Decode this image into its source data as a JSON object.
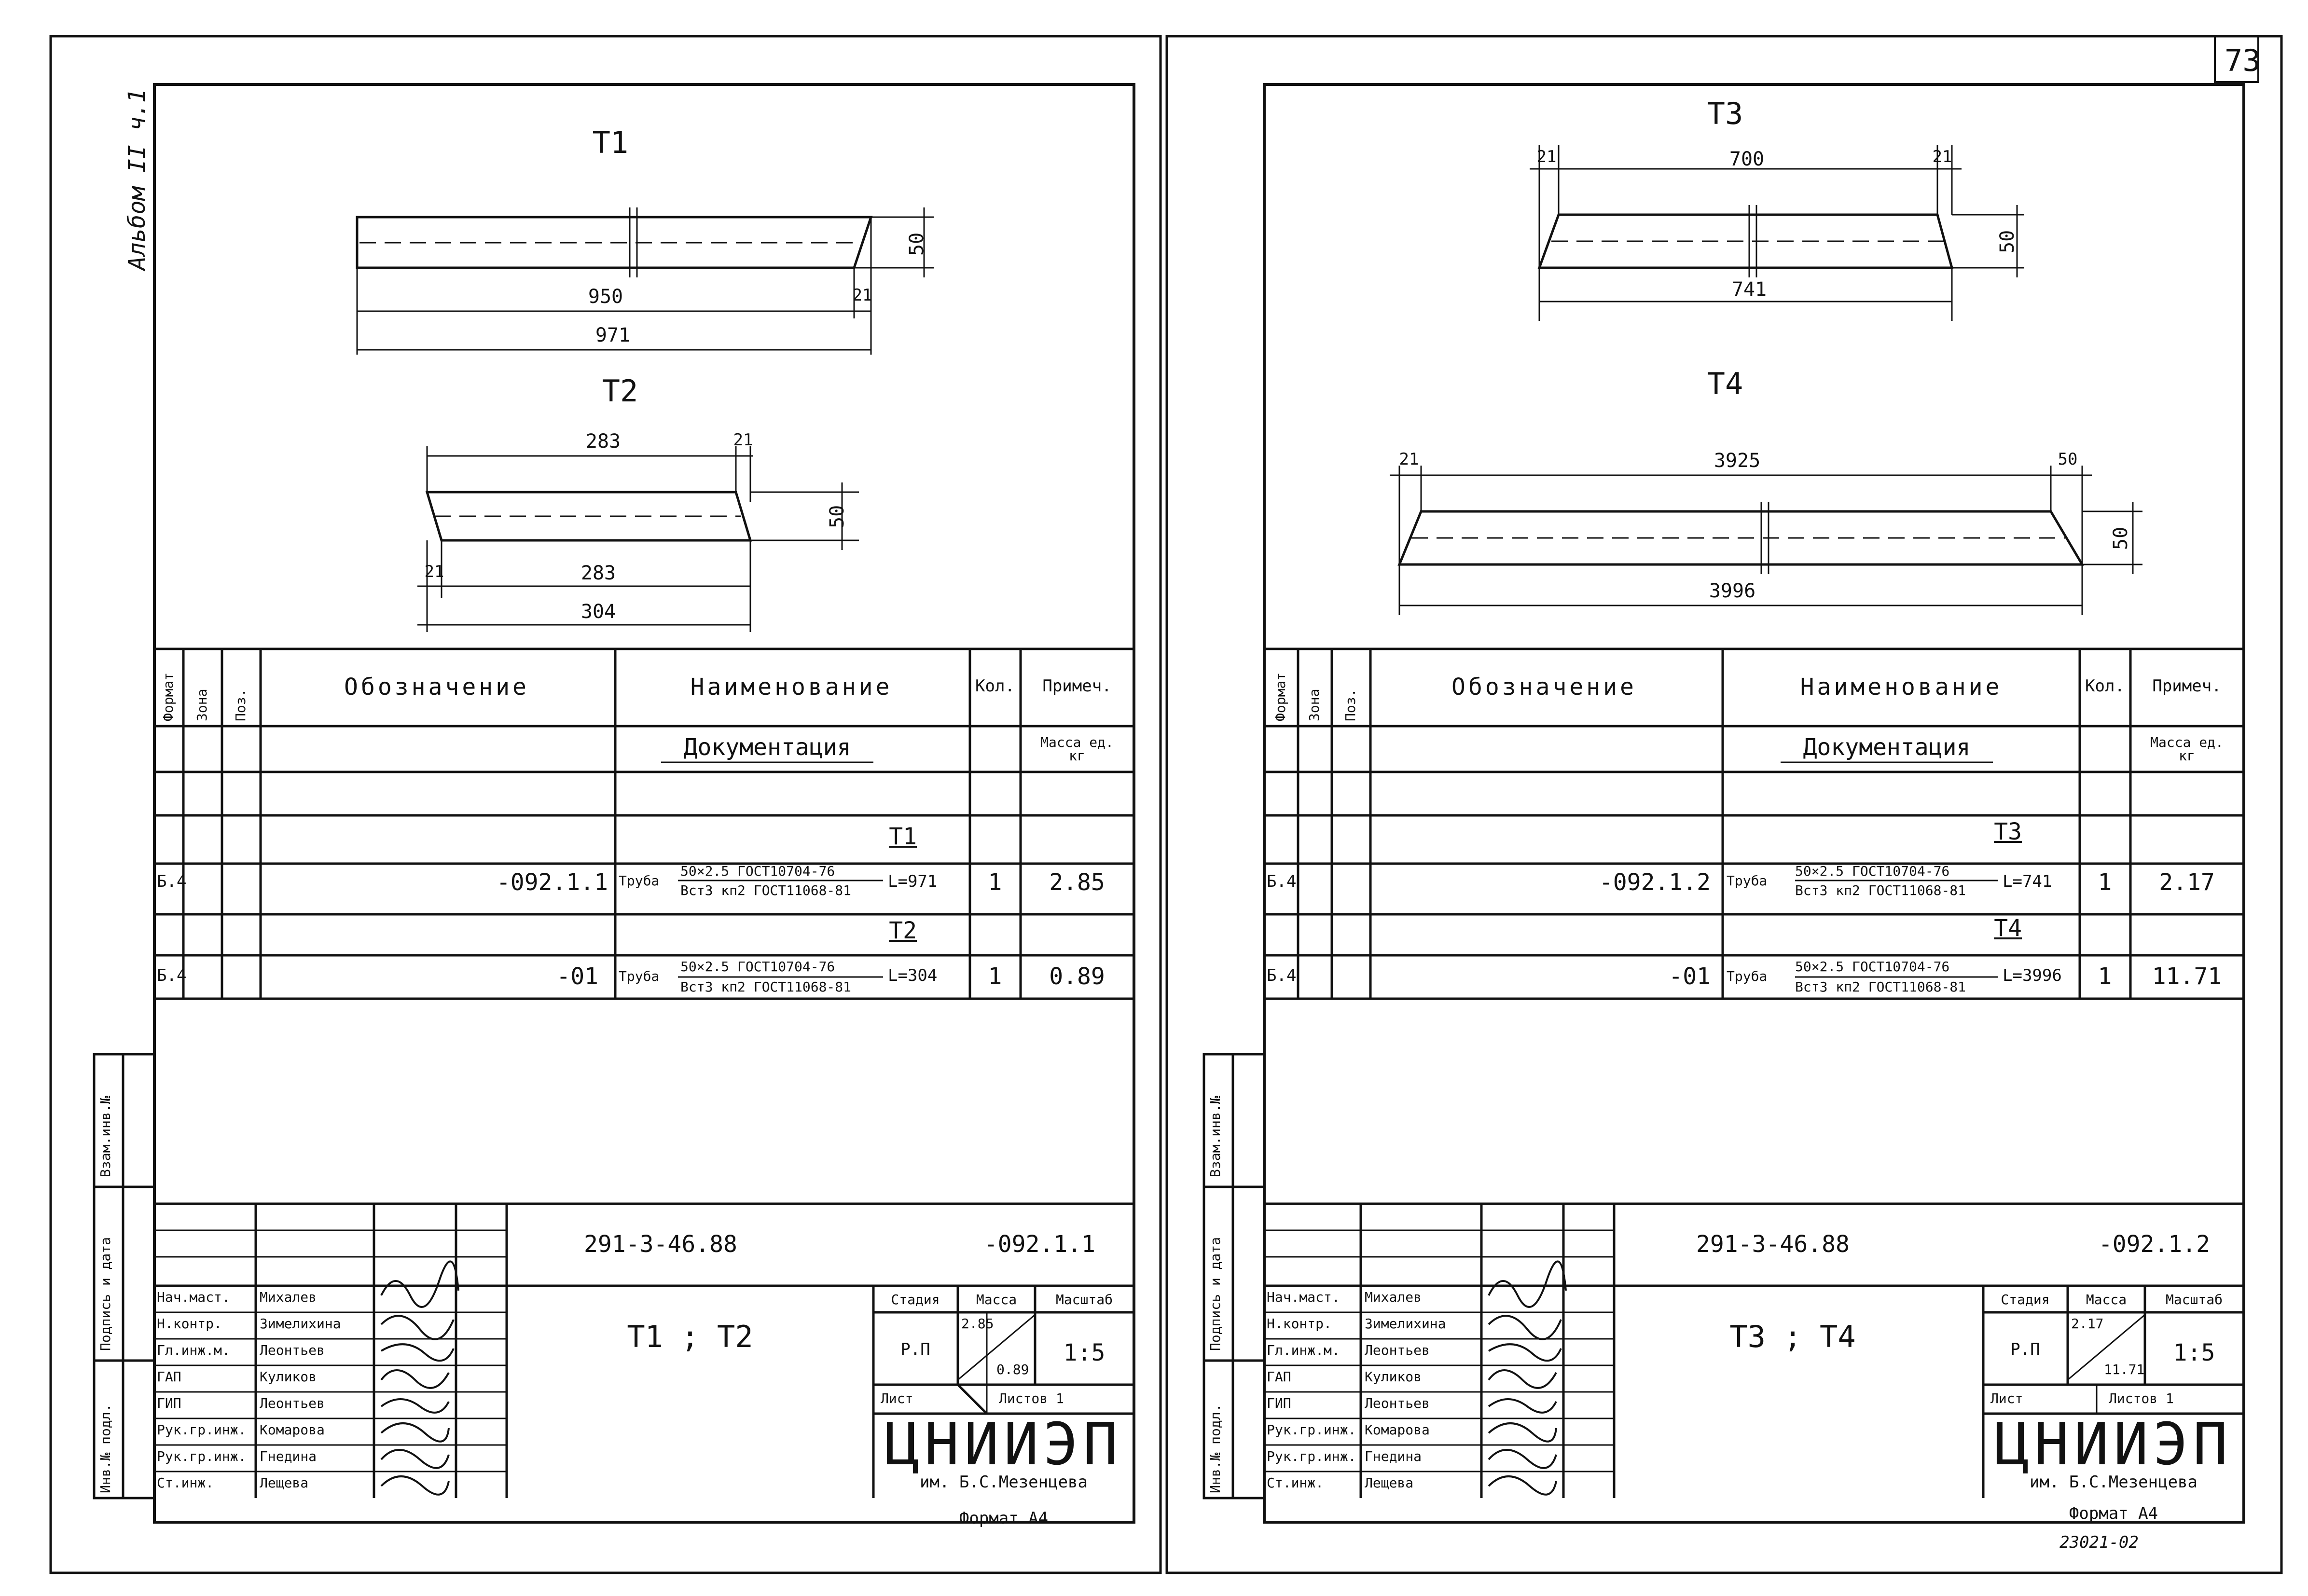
{
  "page_number": "73",
  "album": "Альбом II ч.1",
  "left_strip": {
    "vzam": "Взам.инв.№",
    "podpis": "Подпись и дата",
    "inv": "Инв.№ подл."
  },
  "format_note": "Формат А4",
  "archive_code": "23021-02",
  "spec_header": {
    "format": "Формат",
    "zone": "Зона",
    "pos": "Поз.",
    "designation": "Обозначение",
    "name": "Наименование",
    "qty": "Кол.",
    "note": "Примеч."
  },
  "sheet_left": {
    "drawings": {
      "t1": {
        "title": "Т1",
        "d950": "950",
        "d21": "21",
        "d971": "971",
        "d50": "50"
      },
      "t2": {
        "title": "Т2",
        "d283a": "283",
        "d21a": "21",
        "d50": "50",
        "d21b": "21",
        "d283b": "283",
        "d304": "304"
      }
    },
    "spec": {
      "section": "Документация",
      "mass_unit": "Масса ед. кг",
      "rows": [
        {
          "label": "Т1",
          "format": "Б.4",
          "designation": "-092.1.1",
          "name_main": "Труба",
          "num": "50×2.5 ГОСТ10704-76",
          "den": "Вст3 кп2 ГОСТ11068-81",
          "length": "L=971",
          "qty": "1",
          "note": "2.85"
        },
        {
          "label": "Т2",
          "format": "Б.4",
          "designation": "-01",
          "name_main": "Труба",
          "num": "50×2.5 ГОСТ10704-76",
          "den": "Вст3 кп2 ГОСТ11068-81",
          "length": "L=304",
          "qty": "1",
          "note": "0.89"
        }
      ]
    },
    "title_block": {
      "doc_code": "291-3-46.88",
      "doc_suffix": "-092.1.1",
      "drawing_name": "Т1 ; Т2",
      "stage_h": "Стадия",
      "mass_h": "Масса",
      "scale_h": "Масштаб",
      "stage": "Р.П",
      "mass1": "2.85",
      "mass2": "0.89",
      "scale": "1:5",
      "sheet_h": "Лист",
      "sheets_h": "Листов 1",
      "org": "ЦНИИЭП",
      "org_sub": "им. Б.С.Мезенцева",
      "people": [
        {
          "role": "Нач.маст.",
          "name": "Михалев"
        },
        {
          "role": "Н.контр.",
          "name": "Зимелихина"
        },
        {
          "role": "Гл.инж.м.",
          "name": "Леонтьев"
        },
        {
          "role": "ГАП",
          "name": "Куликов"
        },
        {
          "role": "ГИП",
          "name": "Леонтьев"
        },
        {
          "role": "Рук.гр.инж.",
          "name": "Комарова"
        },
        {
          "role": "Рук.гр.инж.",
          "name": "Гнедина"
        },
        {
          "role": "Ст.инж.",
          "name": "Лещева"
        }
      ]
    }
  },
  "sheet_right": {
    "drawings": {
      "t3": {
        "title": "Т3",
        "d21a": "21",
        "d700": "700",
        "d21b": "21",
        "d50": "50",
        "d741": "741"
      },
      "t4": {
        "title": "Т4",
        "d21": "21",
        "d3925": "3925",
        "d50a": "50",
        "d50b": "50",
        "d3996": "3996"
      }
    },
    "spec": {
      "section": "Документация",
      "mass_unit": "Масса ед. кг",
      "rows": [
        {
          "label": "Т3",
          "format": "Б.4",
          "designation": "-092.1.2",
          "name_main": "Труба",
          "num": "50×2.5 ГОСТ10704-76",
          "den": "Вст3 кп2 ГОСТ11068-81",
          "length": "L=741",
          "qty": "1",
          "note": "2.17"
        },
        {
          "label": "Т4",
          "format": "Б.4",
          "designation": "-01",
          "name_main": "Труба",
          "num": "50×2.5 ГОСТ10704-76",
          "den": "Вст3 кп2 ГОСТ11068-81",
          "length": "L=3996",
          "qty": "1",
          "note": "11.71"
        }
      ]
    },
    "title_block": {
      "doc_code": "291-3-46.88",
      "doc_suffix": "-092.1.2",
      "drawing_name": "Т3 ; Т4",
      "stage_h": "Стадия",
      "mass_h": "Масса",
      "scale_h": "Масштаб",
      "stage": "Р.П",
      "mass1": "2.17",
      "mass2": "11.71",
      "scale": "1:5",
      "sheet_h": "Лист",
      "sheets_h": "Листов 1",
      "org": "ЦНИИЭП",
      "org_sub": "им. Б.С.Мезенцева",
      "people": [
        {
          "role": "Нач.маст.",
          "name": "Михалев"
        },
        {
          "role": "Н.контр.",
          "name": "Зимелихина"
        },
        {
          "role": "Гл.инж.м.",
          "name": "Леонтьев"
        },
        {
          "role": "ГАП",
          "name": "Куликов"
        },
        {
          "role": "ГИП",
          "name": "Леонтьев"
        },
        {
          "role": "Рук.гр.инж.",
          "name": "Комарова"
        },
        {
          "role": "Рук.гр.инж.",
          "name": "Гнедина"
        },
        {
          "role": "Ст.инж.",
          "name": "Лещева"
        }
      ]
    }
  }
}
